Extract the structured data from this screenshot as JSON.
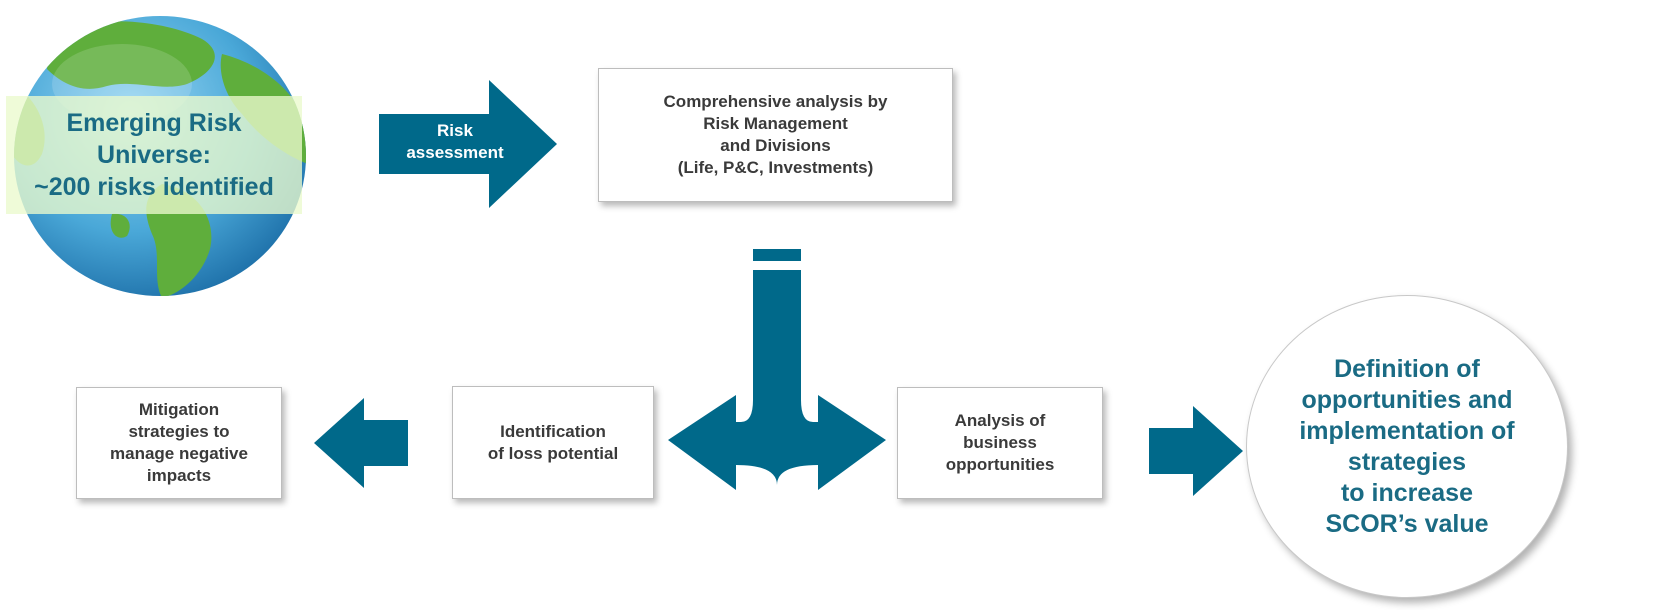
{
  "colors": {
    "arrow": "#00698a",
    "accent_text": "#1a6b84",
    "box_text": "#3a3a3a",
    "ocean": "#4aa8d8",
    "land": "#5fae3c"
  },
  "globe": {
    "label": "Emerging Risk\nUniverse:\n~200 risks identified"
  },
  "risk_arrow": {
    "label": "Risk\nassessment"
  },
  "boxes": {
    "comprehensive": "Comprehensive analysis by\nRisk Management\nand Divisions\n(Life, P&C, Investments)",
    "mitigation": "Mitigation\nstrategies to\nmanage negative\nimpacts",
    "identification": "Identification\nof loss potential",
    "business": "Analysis of\nbusiness\nopportunities"
  },
  "circle": {
    "label": "Definition of\nopportunities and\nimplementation of\nstrategies\nto increase\nSCOR’s value"
  }
}
